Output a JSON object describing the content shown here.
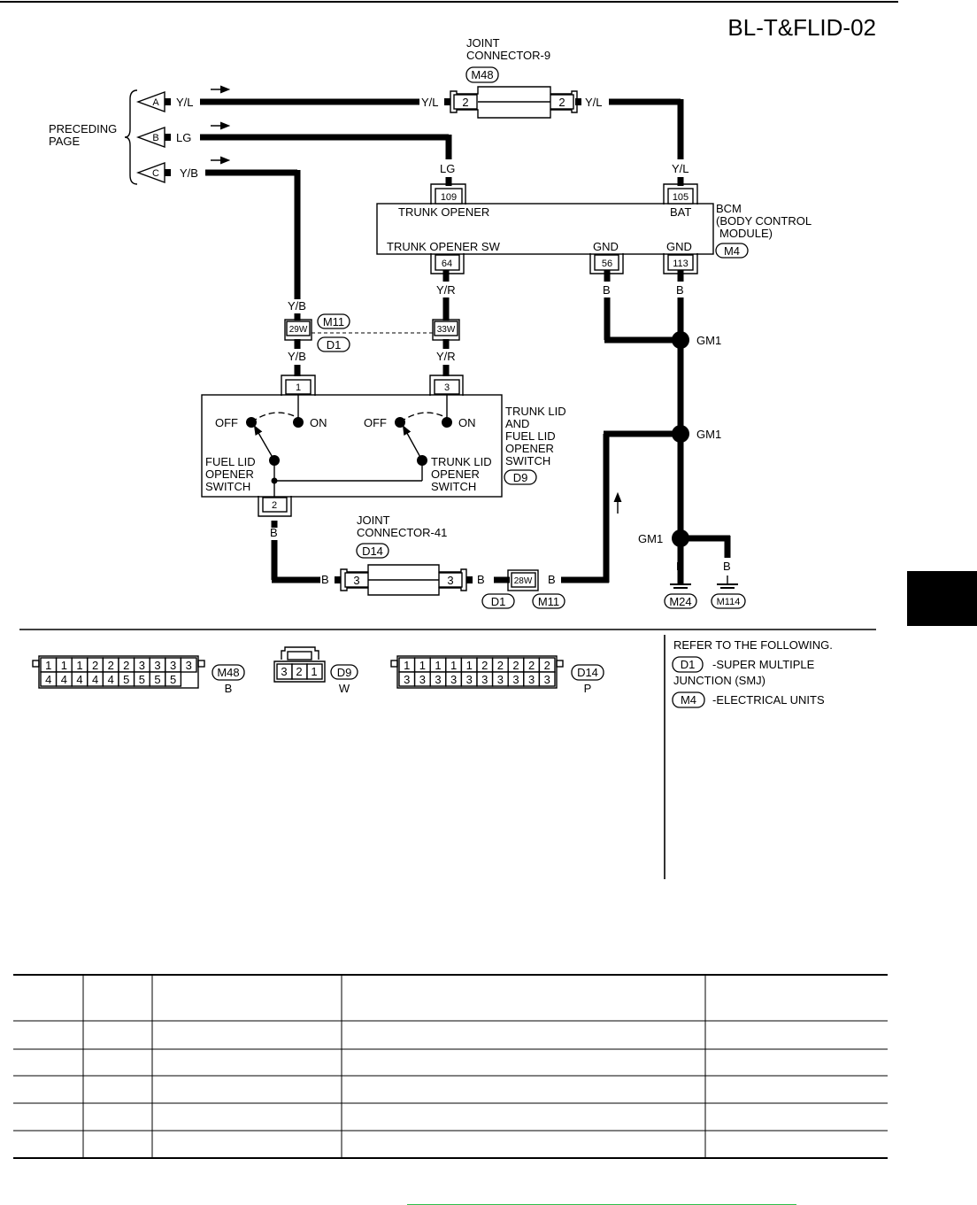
{
  "page_title": "BL-T&FLID-02",
  "preceding_page": {
    "label_line1": "PRECEDING",
    "label_line2": "PAGE",
    "connectors": [
      "A",
      "B",
      "C"
    ]
  },
  "wire_colors": {
    "yl": "Y/L",
    "lg": "LG",
    "yb": "Y/B",
    "yr": "Y/R",
    "b": "B"
  },
  "joint9": {
    "title1": "JOINT",
    "title2": "CONNECTOR-9",
    "code": "M48",
    "pin_left": "2",
    "pin_right": "2"
  },
  "bcm": {
    "name1": "BCM",
    "name2": "(BODY CONTROL",
    "name3": "MODULE)",
    "code": "M4",
    "trunk_opener": "TRUNK OPENER",
    "bat": "BAT",
    "trunk_opener_sw": "TRUNK OPENER SW",
    "gnd": "GND",
    "pins": [
      "109",
      "105",
      "64",
      "56",
      "113"
    ]
  },
  "inline_connectors": {
    "c29w": "29W",
    "c33w": "33W",
    "c28w": "28W",
    "m11": "M11",
    "d1": "D1"
  },
  "switch": {
    "pin1": "1",
    "pin3": "3",
    "pin2": "2",
    "off": "OFF",
    "on": "ON",
    "fuel_lid1": "FUEL LID",
    "fuel_lid2": "OPENER",
    "fuel_lid3": "SWITCH",
    "trunk_lid1": "TRUNK LID",
    "trunk_lid2": "OPENER",
    "trunk_lid3": "SWITCH",
    "name1": "TRUNK LID",
    "name2": "AND",
    "name3": "FUEL LID",
    "name4": "OPENER",
    "name5": "SWITCH",
    "code": "D9"
  },
  "joint41": {
    "title1": "JOINT",
    "title2": "CONNECTOR-41",
    "code": "D14",
    "pin_left": "3",
    "pin_right": "3"
  },
  "ground": {
    "label": "GM1",
    "g1": "M24",
    "g2": "M114"
  },
  "face_views": {
    "m48": {
      "code": "M48",
      "color": "B",
      "top": [
        "1",
        "1",
        "1",
        "2",
        "2",
        "2",
        "3",
        "3",
        "3",
        "3"
      ],
      "bottom": [
        "4",
        "4",
        "4",
        "4",
        "4",
        "5",
        "5",
        "5",
        "5"
      ]
    },
    "d9": {
      "code": "D9",
      "color": "W",
      "pins": [
        "3",
        "2",
        "1"
      ]
    },
    "d14": {
      "code": "D14",
      "color": "P",
      "top": [
        "1",
        "1",
        "1",
        "1",
        "1",
        "2",
        "2",
        "2",
        "2",
        "2"
      ],
      "bottom": [
        "3",
        "3",
        "3",
        "3",
        "3",
        "3",
        "3",
        "3",
        "3",
        "3"
      ]
    }
  },
  "refer": {
    "title": "REFER TO THE FOLLOWING.",
    "d1_code": "D1",
    "d1_text1": "-SUPER MULTIPLE",
    "d1_text2": "JUNCTION (SMJ)",
    "m4_code": "M4",
    "m4_text": "-ELECTRICAL UNITS"
  },
  "table": {
    "row_count": 6,
    "col_count": 5
  },
  "colors": {
    "ink": "#000000",
    "footer_line": "#2fbf4a"
  }
}
